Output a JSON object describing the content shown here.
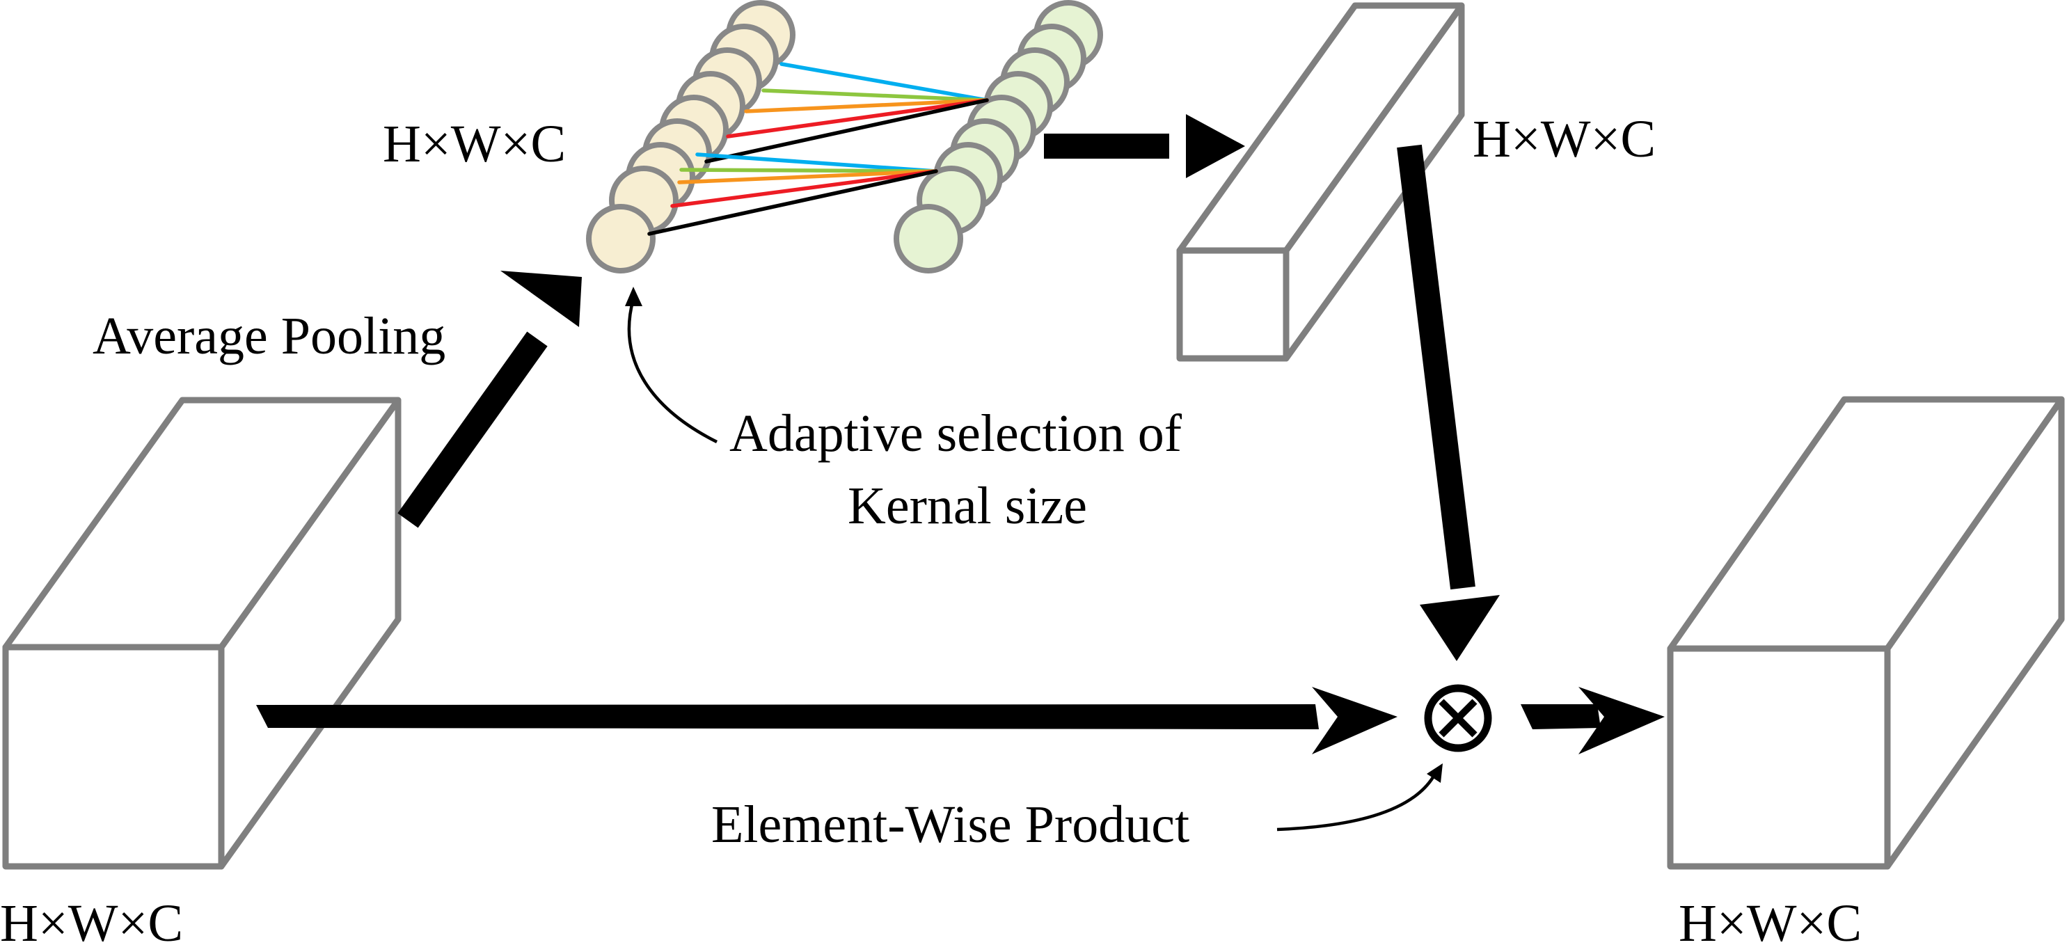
{
  "labels": {
    "input_dims": "H×W×C",
    "pooled_dims": "H×W×C",
    "weights_dims": "H×W×C",
    "output_dims": "H×W×C",
    "average_pooling": "Average Pooling",
    "adaptive_line1": "Adaptive selection of",
    "adaptive_line2": "Kernal size",
    "element_wise": "Element-Wise Product",
    "product_symbol": "⊗"
  },
  "colors": {
    "arrow": "#000000",
    "block_edge": "#7f7f7f",
    "input_block": [
      "#dcdcdc",
      "#555555"
    ],
    "attention_block": [
      "#ffe8d0",
      "#fbb040"
    ],
    "left_neurons": "#f7eed2",
    "right_neurons": "#e6f3d3",
    "neuron_edge": "#888888",
    "connections": [
      "#00aeef",
      "#8dc63f",
      "#f7941d",
      "#ed1c24",
      "#000000"
    ]
  },
  "icons": {
    "element_wise_product": "circled-times-icon"
  }
}
